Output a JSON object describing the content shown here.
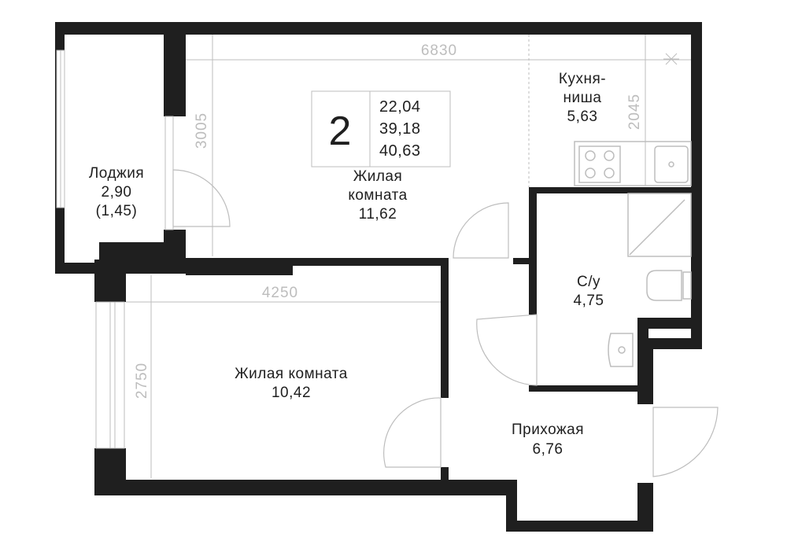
{
  "dimensions": {
    "top": "6830",
    "kitchen_height": "2045",
    "room1_height": "3005",
    "room2_width": "4250",
    "room2_height": "2750"
  },
  "badge": {
    "rooms": "2",
    "area_living": "22,04",
    "area_total": "39,18",
    "area_with_loggia": "40,63"
  },
  "rooms": {
    "loggia": {
      "name": "Лоджия",
      "area": "2,90",
      "area_reduced": "(1,45)"
    },
    "living1": {
      "name_line1": "Жилая",
      "name_line2": "комната",
      "area": "11,62"
    },
    "kitchen": {
      "name_line1": "Кухня-",
      "name_line2": "ниша",
      "area": "5,63"
    },
    "bathroom": {
      "name": "С/у",
      "area": "4,75"
    },
    "living2": {
      "name": "Жилая комната",
      "area": "10,42"
    },
    "hall": {
      "name": "Прихожая",
      "area": "6,76"
    }
  },
  "colors": {
    "wall": "#1f1f1f",
    "fixture": "#bdbdbd",
    "background": "#ffffff"
  }
}
